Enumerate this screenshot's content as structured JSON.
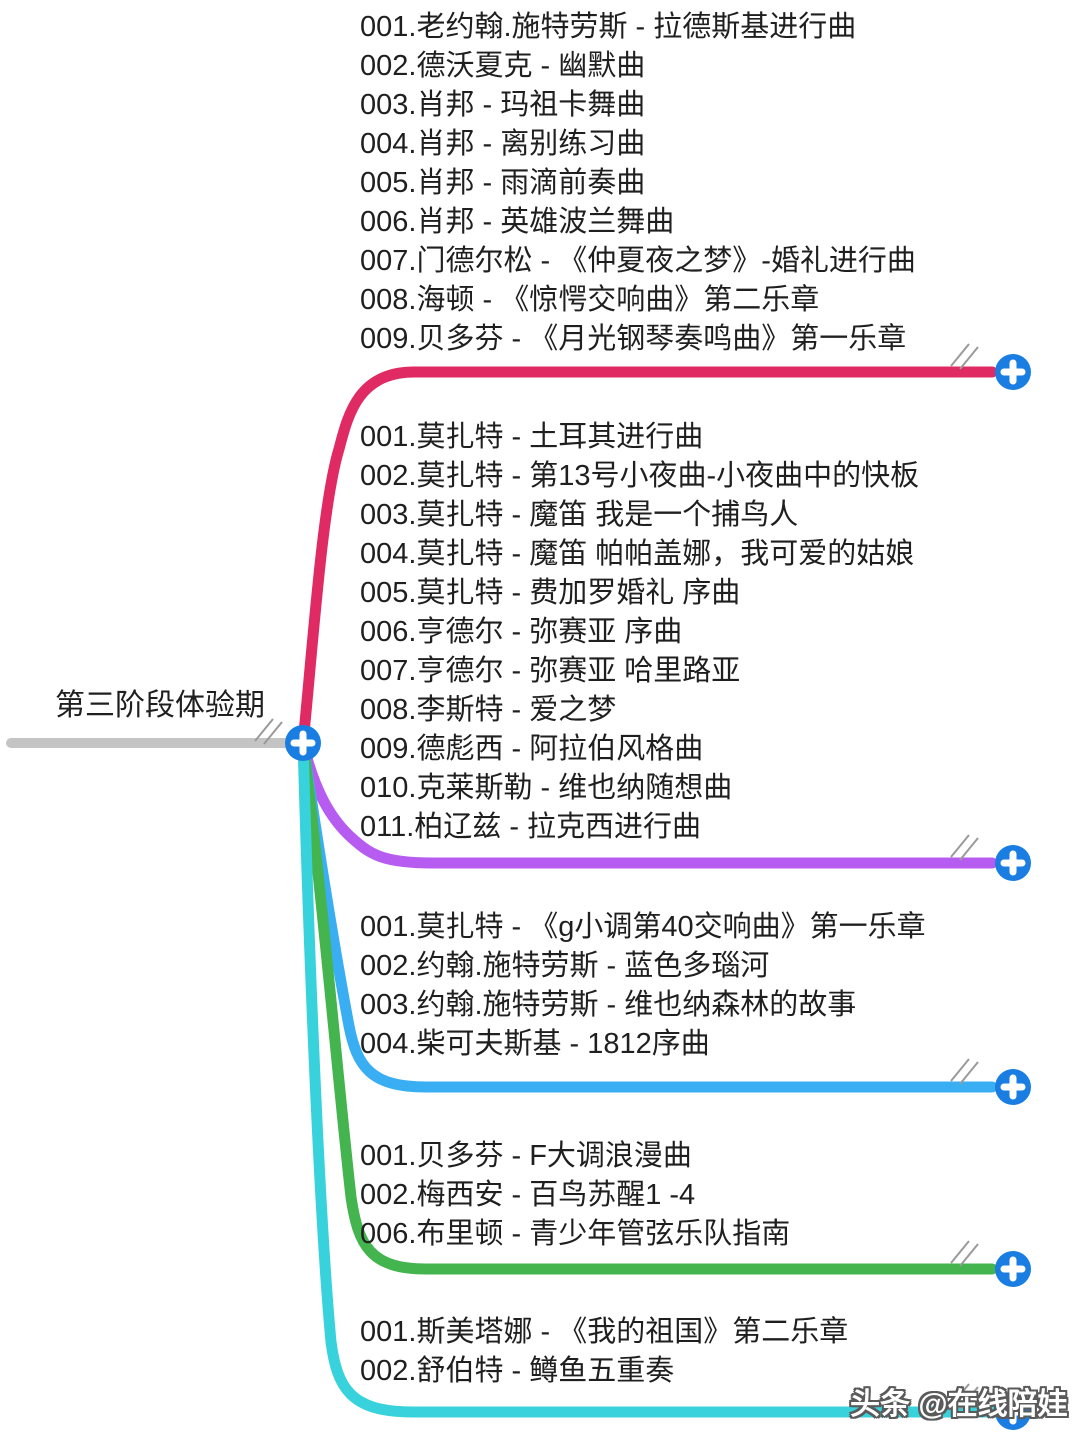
{
  "root": {
    "label": "第三阶段体验期"
  },
  "branches": [
    {
      "name": "branch-1",
      "color": "#e02a63",
      "items": [
        "001.老约翰.施特劳斯 - 拉德斯基进行曲",
        "002.德沃夏克 - 幽默曲",
        "003.肖邦 - 玛祖卡舞曲",
        "004.肖邦 - 离别练习曲",
        "005.肖邦 - 雨滴前奏曲",
        "006.肖邦 - 英雄波兰舞曲",
        "007.门德尔松 - 《仲夏夜之梦》-婚礼进行曲",
        "008.海顿 - 《惊愕交响曲》第二乐章",
        "009.贝多芬 - 《月光钢琴奏鸣曲》第一乐章"
      ]
    },
    {
      "name": "branch-2",
      "color": "#b75cf0",
      "items": [
        "001.莫扎特 - 土耳其进行曲",
        "002.莫扎特 - 第13号小夜曲-小夜曲中的快板",
        "003.莫扎特 - 魔笛 我是一个捕鸟人",
        "004.莫扎特 - 魔笛 帕帕盖娜，我可爱的姑娘",
        "005.莫扎特 - 费加罗婚礼 序曲",
        "006.亨德尔 - 弥赛亚 序曲",
        "007.亨德尔 - 弥赛亚 哈里路亚",
        "008.李斯特 - 爱之梦",
        "009.德彪西 - 阿拉伯风格曲",
        "010.克莱斯勒 - 维也纳随想曲",
        "011.柏辽兹 - 拉克西进行曲"
      ]
    },
    {
      "name": "branch-3",
      "color": "#3aaef2",
      "items": [
        "001.莫扎特 - 《g小调第40交响曲》第一乐章",
        "002.约翰.施特劳斯 - 蓝色多瑙河",
        "003.约翰.施特劳斯 - 维也纳森林的故事",
        "004.柴可夫斯基 - 1812序曲"
      ]
    },
    {
      "name": "branch-4",
      "color": "#43b44e",
      "items": [
        "001.贝多芬 - F大调浪漫曲",
        "002.梅西安 - 百鸟苏醒1 -4",
        "006.布里顿 - 青少年管弦乐队指南"
      ]
    },
    {
      "name": "branch-5",
      "color": "#38d2dc",
      "items": [
        "001.斯美塔娜 - 《我的祖国》第二乐章",
        "002.舒伯特 - 鳟鱼五重奏"
      ]
    }
  ],
  "colors": {
    "plus_button": "#1a7de2",
    "root_line": "#c4c4c4",
    "hash_mark": "#9a9a9a",
    "text": "#1f1f1f"
  },
  "watermark": "头条 @在线陪娃"
}
